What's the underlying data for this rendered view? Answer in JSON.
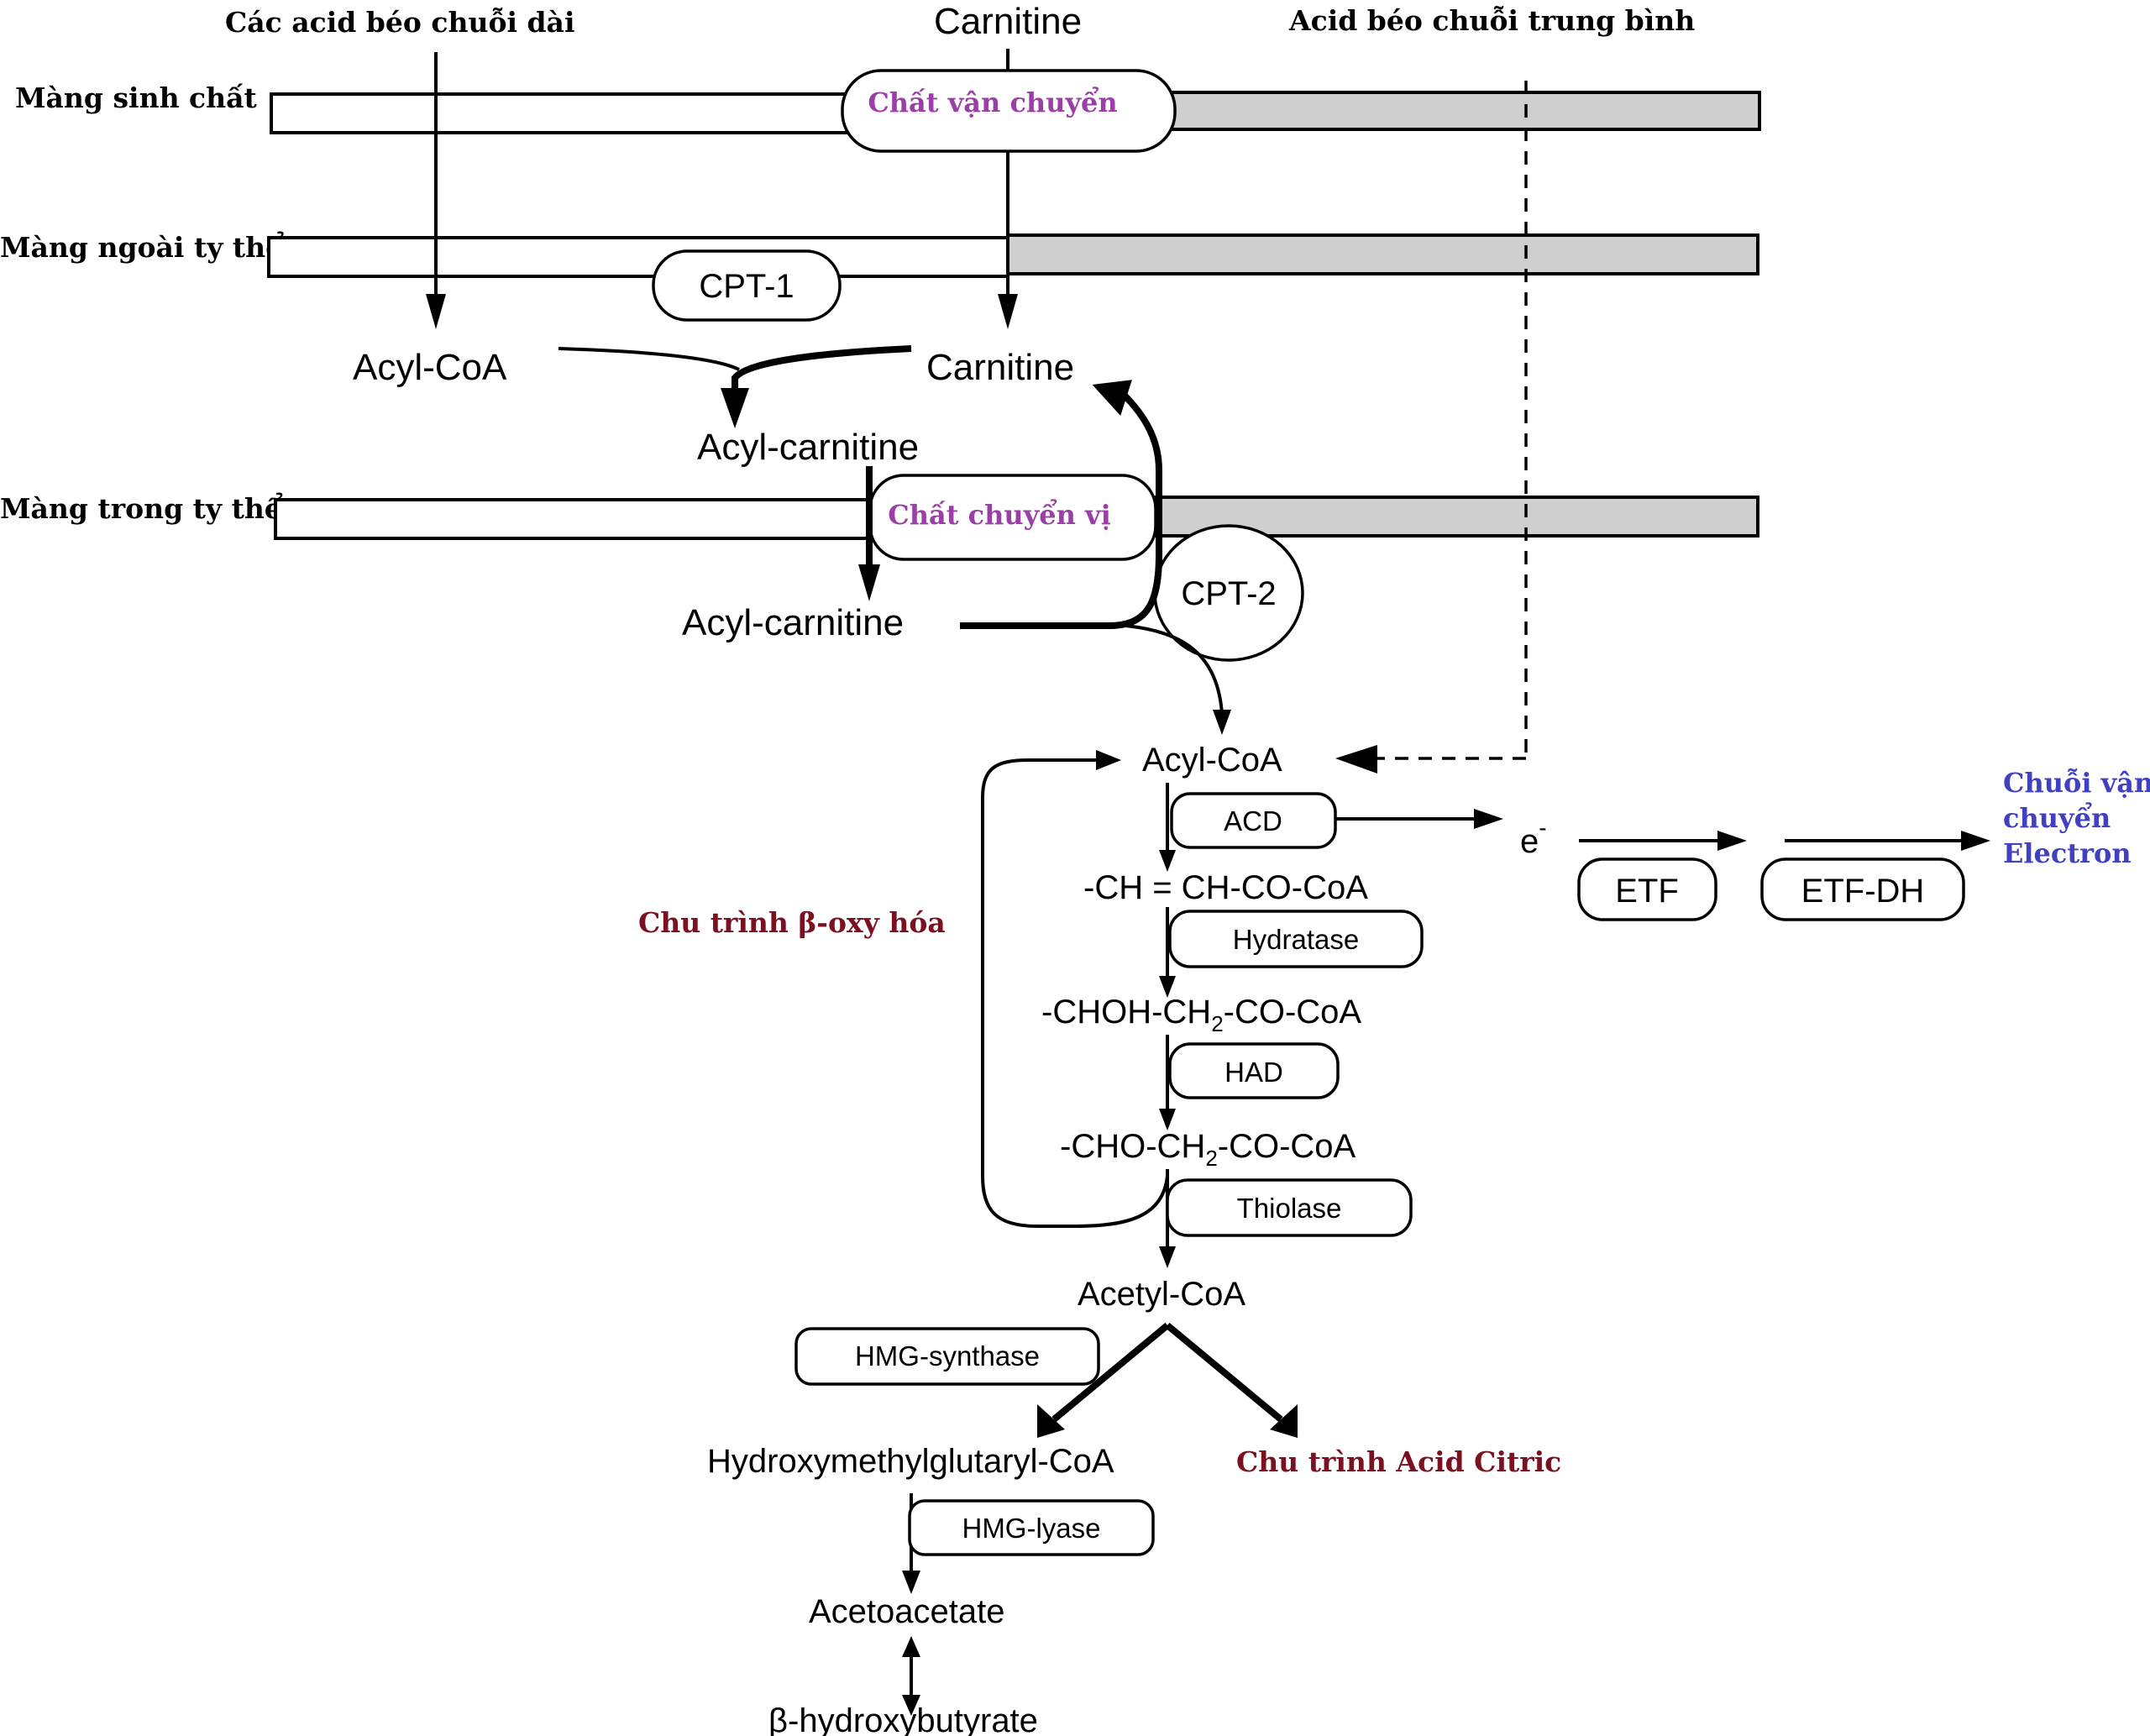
{
  "top_labels": {
    "long_chain": "Các acid béo chuỗi dài",
    "carnitine": "Carnitine",
    "medium_chain": "Acid béo chuỗi trung bình"
  },
  "membranes": {
    "plasma": "Màng sinh chất",
    "outer_mito": "Màng ngoài ty thể",
    "inner_mito": "Màng trong ty thể"
  },
  "transport": {
    "transporter": "Chất vận chuyển",
    "translocase": "Chất chuyển vị",
    "cpt1": "CPT-1",
    "cpt2": "CPT-2"
  },
  "intermediates": {
    "acyl_coa_cyto": "Acyl-CoA",
    "carnitine_cyto": "Carnitine",
    "acyl_carnitine_out": "Acyl-carnitine",
    "acyl_carnitine_in": "Acyl-carnitine",
    "acyl_coa_matrix": "Acyl-CoA"
  },
  "beta_oxidation": {
    "cycle_label": "Chu trình β-oxy hóa",
    "enzymes": [
      "ACD",
      "Hydratase",
      "HAD",
      "Thiolase"
    ],
    "step1": "-CH = CH-CO-CoA",
    "step2_a": "-CHOH-CH",
    "step2_sub": "2",
    "step2_b": "-CO-CoA",
    "step3_a": "-CHO-CH",
    "step3_sub": "2",
    "step3_b": "-CO-CoA",
    "product": "Acetyl-CoA"
  },
  "electron_transport": {
    "electron": "e",
    "electron_sup": "-",
    "etf": "ETF",
    "etf_dh": "ETF-DH",
    "chain_label": [
      "Chuỗi vận",
      "chuyển",
      "Electron"
    ]
  },
  "ketogenesis": {
    "hmg_synthase": "HMG-synthase",
    "hmg_coa": "Hydroxymethylglutaryl-CoA",
    "citric_cycle": "Chu trình Acid Citric",
    "hmg_lyase": "HMG-lyase",
    "acetoacetate": "Acetoacetate",
    "hydroxybutyrate": "β-hydroxybutyrate"
  },
  "colors": {
    "purple": "#9a3fa6",
    "dark_red": "#7a1020",
    "blue": "#4040c0",
    "membrane_shade": "#cfcfcf"
  }
}
